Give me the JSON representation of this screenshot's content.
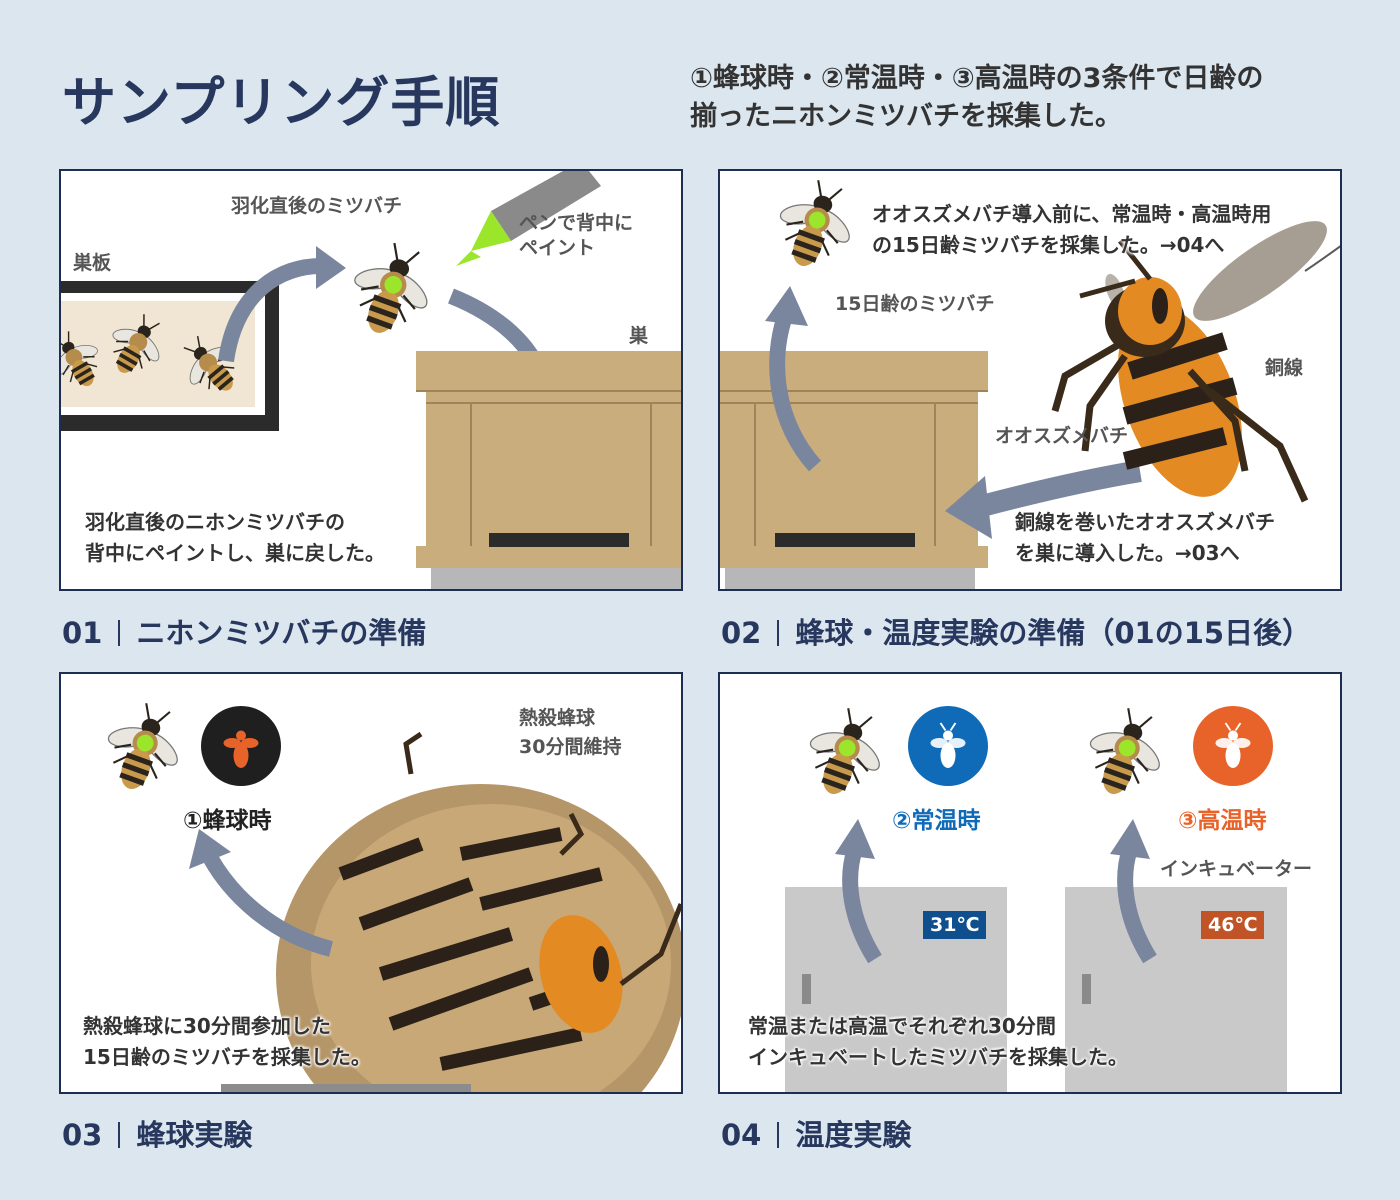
{
  "header": {
    "title": "サンプリング手順",
    "intro_line1": "①蜂球時・②常温時・③高温時の3条件で日齢の",
    "intro_line2": "揃ったニホンミツバチを採集した。"
  },
  "panels": [
    {
      "num": "01",
      "caption": "ニホンミツバチの準備",
      "labels": {
        "comb": "巣板",
        "newbee": "羽化直後のミツバチ",
        "pen1": "ペンで背中に",
        "pen2": "ペイント",
        "nest": "巣"
      },
      "body1": "羽化直後のニホンミツバチの",
      "body2": "背中にペイントし、巣に戻した。"
    },
    {
      "num": "02",
      "caption": "蜂球・温度実験の準備（01の15日後）",
      "labels": {
        "bee15": "15日齢のミツバチ",
        "hornet": "オオスズメバチ",
        "wire": "銅線"
      },
      "top1": "オオスズメバチ導入前に、常温時・高温時用",
      "top2": "の15日齢ミツバチを採集した。→04へ",
      "body1": "銅線を巻いたオオスズメバチ",
      "body2": "を巣に導入した。→03へ"
    },
    {
      "num": "03",
      "caption": "蜂球実験",
      "labels": {
        "ball1": "熱殺蜂球",
        "ball2": "30分間維持",
        "cond1": "①蜂球時"
      },
      "body1": "熱殺蜂球に30分間参加した",
      "body2": "15日齢のミツバチを採集した。"
    },
    {
      "num": "04",
      "caption": "温度実験",
      "labels": {
        "cond2": "②常温時",
        "cond3": "③高温時",
        "incubator": "インキュベーター",
        "temp1": "31℃",
        "temp2": "46℃"
      },
      "body1": "常温または高温でそれぞれ30分間",
      "body2": "インキュベートしたミツバチを採集した。"
    }
  ],
  "colors": {
    "navy": "#27375e",
    "blue": "#0f6bb8",
    "orange": "#e8632a",
    "dark": "#222222",
    "paint": "#9be52b",
    "box": "#c9ad7c"
  }
}
